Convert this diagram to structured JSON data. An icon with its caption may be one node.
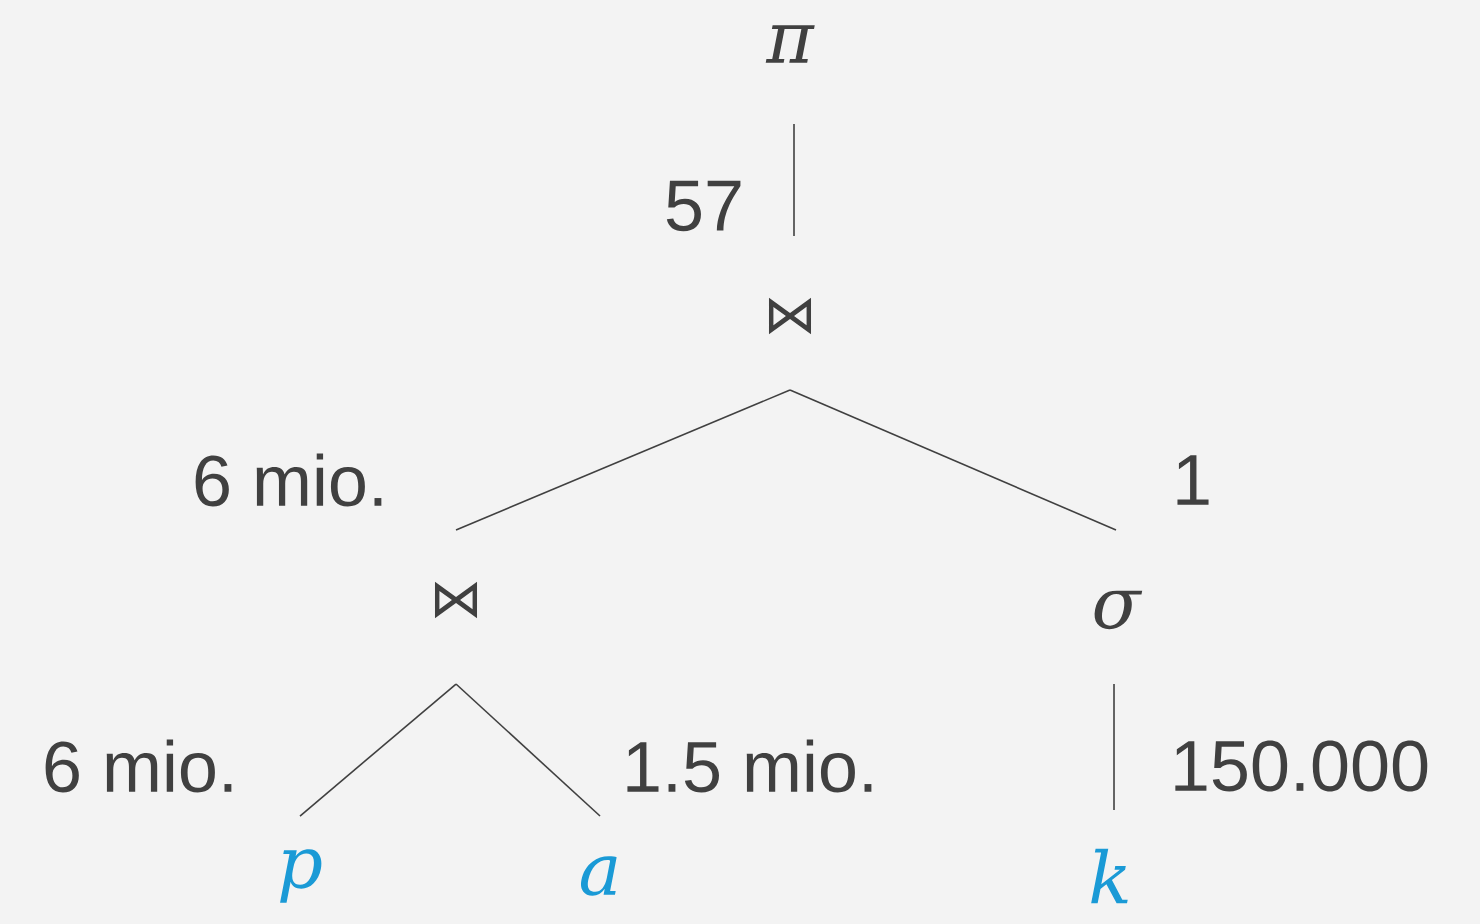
{
  "diagram": {
    "nodes": [
      {
        "text": [
          "π"
        ]
      },
      {
        "text": [
          "⋈"
        ]
      },
      {
        "text": [
          "⋈"
        ]
      },
      {
        "text": [
          "σ"
        ]
      },
      {
        "text": [
          "p"
        ]
      },
      {
        "text": [
          "a"
        ]
      },
      {
        "text": [
          "k"
        ]
      }
    ],
    "edges": [
      {
        "from": 1,
        "to": 0,
        "arrow": "none",
        "label": "57"
      },
      {
        "from": 2,
        "to": 1,
        "arrow": "none",
        "label": "6 mio."
      },
      {
        "from": 3,
        "to": 1,
        "arrow": "none",
        "label": "1"
      },
      {
        "from": 4,
        "to": 2,
        "arrow": "none",
        "label": "6 mio."
      },
      {
        "from": 5,
        "to": 2,
        "arrow": "none",
        "label": "1.5 mio."
      },
      {
        "from": 6,
        "to": 3,
        "arrow": "none",
        "label": "150.000"
      }
    ]
  }
}
